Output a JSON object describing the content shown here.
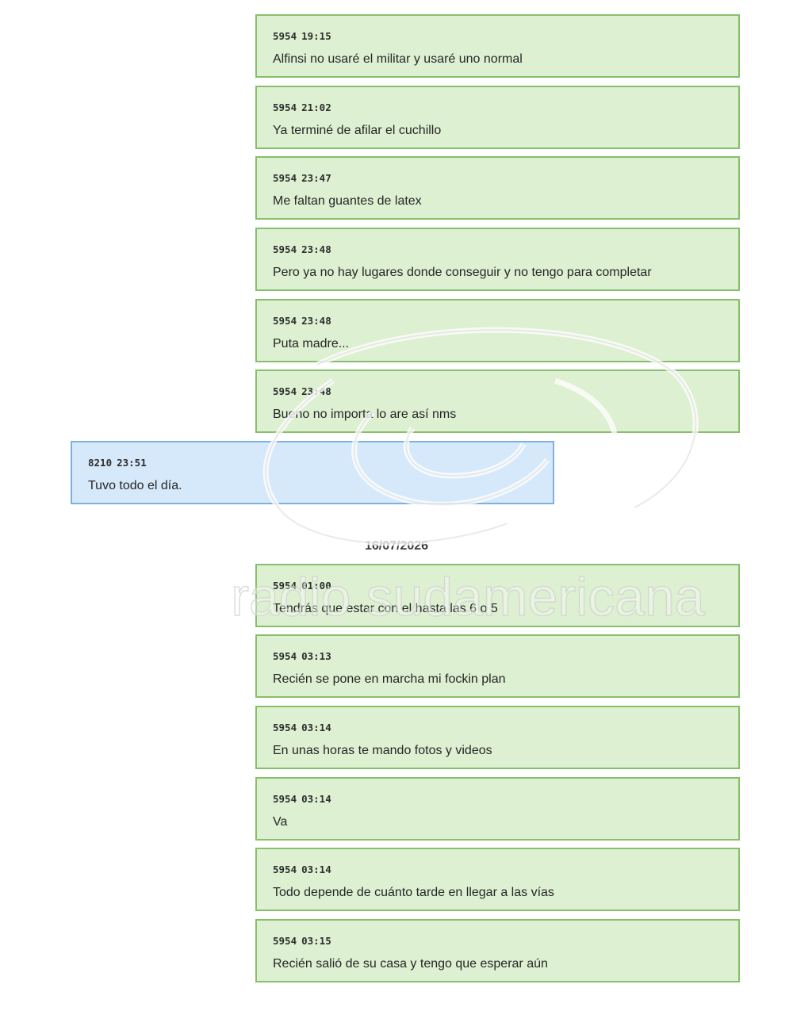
{
  "messages_before": [
    {
      "sender": "5954",
      "time": "19:15",
      "text": "Alfinsi no usaré el militar y usaré uno normal",
      "side": "out"
    },
    {
      "sender": "5954",
      "time": "21:02",
      "text": "Ya terminé de afilar el cuchillo",
      "side": "out"
    },
    {
      "sender": "5954",
      "time": "23:47",
      "text": "Me faltan guantes de latex",
      "side": "out"
    },
    {
      "sender": "5954",
      "time": "23:48",
      "text": "Pero ya no hay lugares donde conseguir y no tengo para completar",
      "side": "out"
    },
    {
      "sender": "5954",
      "time": "23:48",
      "text": "Puta madre...",
      "side": "out"
    },
    {
      "sender": "5954",
      "time": "23:48",
      "text": "Bueno no importa lo are así nms",
      "side": "out"
    },
    {
      "sender": "8210",
      "time": "23:51",
      "text": "Tuvo todo el día.",
      "side": "in"
    }
  ],
  "date_separator": "16/07/2026",
  "messages_after": [
    {
      "sender": "5954",
      "time": "01:00",
      "text": "Tendrás que estar con el hasta las 6 o 5",
      "side": "out"
    },
    {
      "sender": "5954",
      "time": "03:13",
      "text": "Recién se pone en marcha mi fockin plan",
      "side": "out"
    },
    {
      "sender": "5954",
      "time": "03:14",
      "text": "En unas horas te mando fotos y videos",
      "side": "out"
    },
    {
      "sender": "5954",
      "time": "03:14",
      "text": "Va",
      "side": "out"
    },
    {
      "sender": "5954",
      "time": "03:14",
      "text": "Todo depende de cuánto tarde en llegar a las vías",
      "side": "out"
    },
    {
      "sender": "5954",
      "time": "03:15",
      "text": "Recién salió de su casa y tengo que esperar aún",
      "side": "out"
    }
  ],
  "watermark": {
    "text": "radio sudamericana"
  },
  "colors": {
    "outgoing_bg": "#ddf0d2",
    "outgoing_border": "#86c06a",
    "incoming_bg": "#d6e9fb",
    "incoming_border": "#7eb0e2"
  }
}
